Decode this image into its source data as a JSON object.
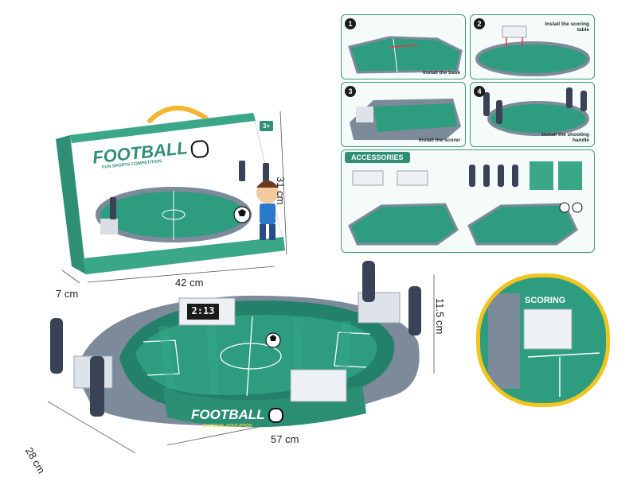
{
  "product": {
    "brand": "FOOTBALL",
    "subtitle": "FUN SPORTS COMPETITION",
    "main_subtitle": "PHYSICAL EDUCATION",
    "age_badge": "3+",
    "colors": {
      "field": "#2e9d7f",
      "field_dark": "#23806a",
      "frame": "#8a97a6",
      "handle": "#3a4256",
      "box_green": "#3aa789"
    }
  },
  "dimensions": {
    "box_width": "42 cm",
    "box_height": "31 cm",
    "box_depth": "7 cm",
    "toy_length": "57 cm",
    "toy_depth": "28 cm",
    "toy_height": "11.5 cm"
  },
  "scoreboard": {
    "display": "2:13"
  },
  "steps": [
    {
      "number": "1",
      "caption": "Install the base"
    },
    {
      "number": "2",
      "caption": "Install the scoring table"
    },
    {
      "number": "3",
      "caption": "Install the scorer"
    },
    {
      "number": "4",
      "caption": "Install the shooting handle"
    }
  ],
  "accessories": {
    "title": "ACCESSORIES"
  },
  "callout": {
    "label": "SCORING"
  }
}
